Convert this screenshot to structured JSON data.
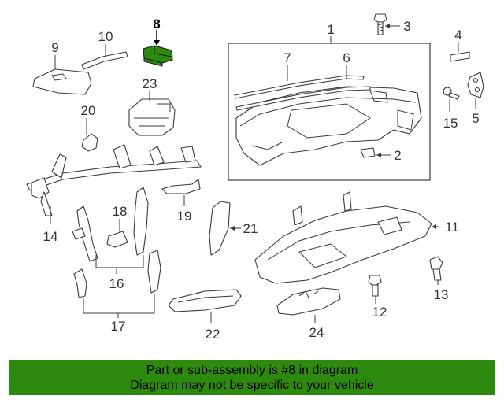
{
  "callouts": {
    "c1": "1",
    "c2": "2",
    "c3": "3",
    "c4": "4",
    "c5": "5",
    "c6": "6",
    "c7": "7",
    "c8": "8",
    "c9": "9",
    "c10": "10",
    "c11": "11",
    "c12": "12",
    "c13": "13",
    "c14": "14",
    "c15": "15",
    "c16": "16",
    "c17": "17",
    "c18": "18",
    "c19": "19",
    "c20": "20",
    "c21": "21",
    "c22": "22",
    "c23": "23",
    "c24": "24"
  },
  "highlight": {
    "part": "8",
    "color": "#2e8a0e"
  },
  "banner": {
    "line1": "Part or sub-assembly is #8 in diagram",
    "line2": "Diagram may not be specific to your vehicle",
    "color": "#2e8a0e"
  }
}
